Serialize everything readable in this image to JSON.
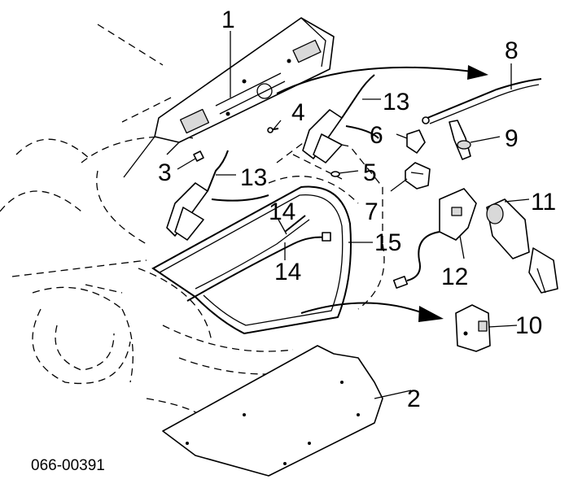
{
  "diagram": {
    "part_code": "066-00391",
    "callouts": [
      {
        "id": "c1",
        "text": "1"
      },
      {
        "id": "c2",
        "text": "2"
      },
      {
        "id": "c3",
        "text": "3"
      },
      {
        "id": "c4",
        "text": "4"
      },
      {
        "id": "c5",
        "text": "5"
      },
      {
        "id": "c6",
        "text": "6"
      },
      {
        "id": "c7",
        "text": "7"
      },
      {
        "id": "c8",
        "text": "8"
      },
      {
        "id": "c9",
        "text": "9"
      },
      {
        "id": "c10",
        "text": "10"
      },
      {
        "id": "c11",
        "text": "11"
      },
      {
        "id": "c12",
        "text": "12"
      },
      {
        "id": "c13a",
        "text": "13"
      },
      {
        "id": "c13b",
        "text": "13"
      },
      {
        "id": "c14a",
        "text": "14"
      },
      {
        "id": "c14b",
        "text": "14"
      },
      {
        "id": "c15",
        "text": "15"
      }
    ]
  }
}
